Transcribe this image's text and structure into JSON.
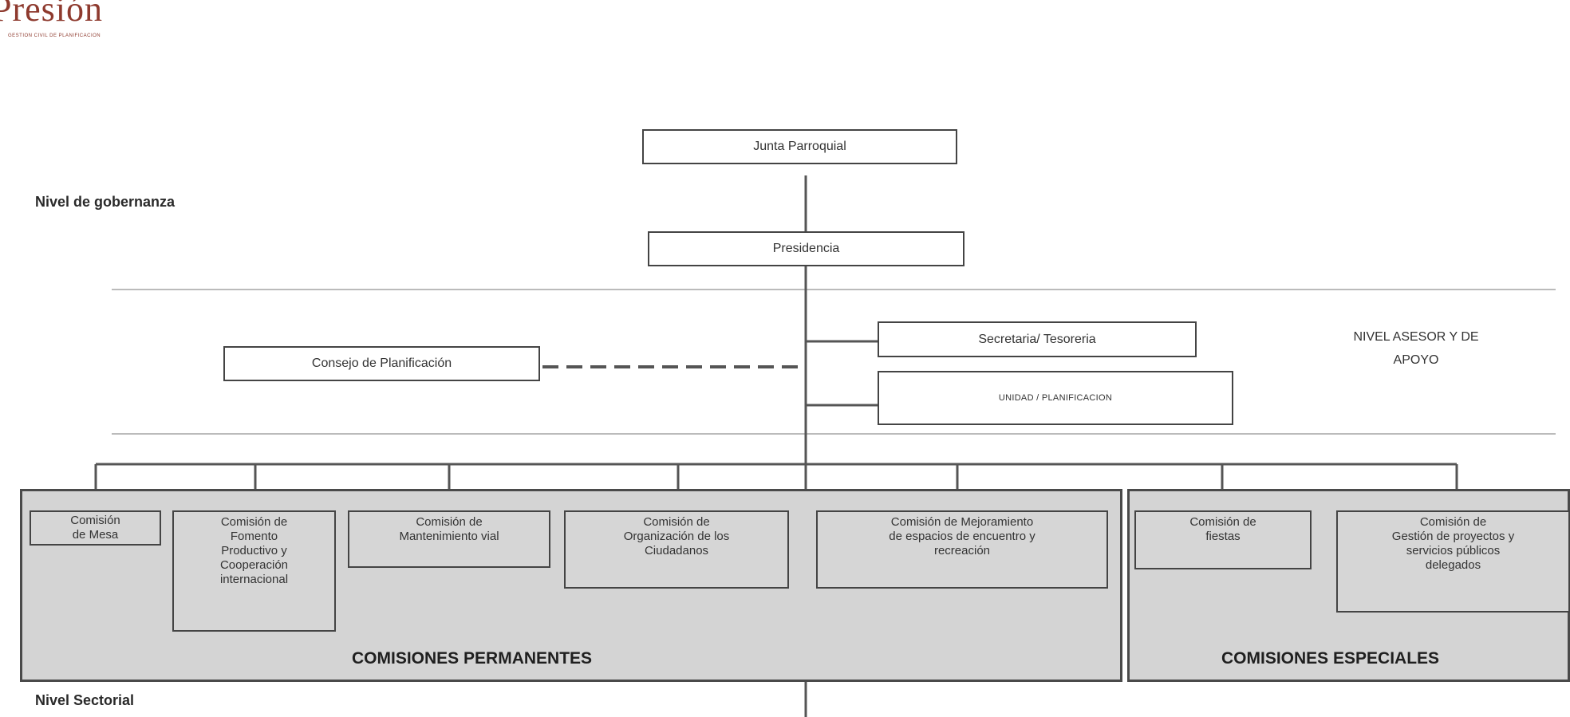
{
  "logo": {
    "text": "Presión",
    "subtitle": "GESTION CIVIL DE PLANIFICACION"
  },
  "levels": {
    "gobernanza": "Nivel de gobernanza",
    "asesor_line1": "NIVEL ASESOR Y DE",
    "asesor_line2": "APOYO",
    "sectorial": "Nivel Sectorial"
  },
  "nodes": {
    "junta": "Junta Parroquial",
    "presidencia": "Presidencia",
    "secretaria": "Secretaria/ Tesoreria",
    "unidad": "UNIDAD / PLANIFICACION",
    "consejo": "Consejo de Planificación"
  },
  "groups": {
    "permanentes": "COMISIONES PERMANENTES",
    "especiales": "COMISIONES ESPECIALES"
  },
  "commissions": [
    {
      "label": "Comisión\nde Mesa"
    },
    {
      "label": "Comisión de\nFomento\nProductivo y\nCooperación\ninternacional"
    },
    {
      "label": "Comisión de\nMantenimiento vial"
    },
    {
      "label": "Comisión de\nOrganización de los\nCiudadanos"
    },
    {
      "label": "Comisión de Mejoramiento\nde espacios de encuentro y\nrecreación"
    },
    {
      "label": "Comisión de\nfiestas"
    },
    {
      "label": "Comisión de\nGestión de proyectos y\nservicios públicos\ndelegados"
    }
  ]
}
